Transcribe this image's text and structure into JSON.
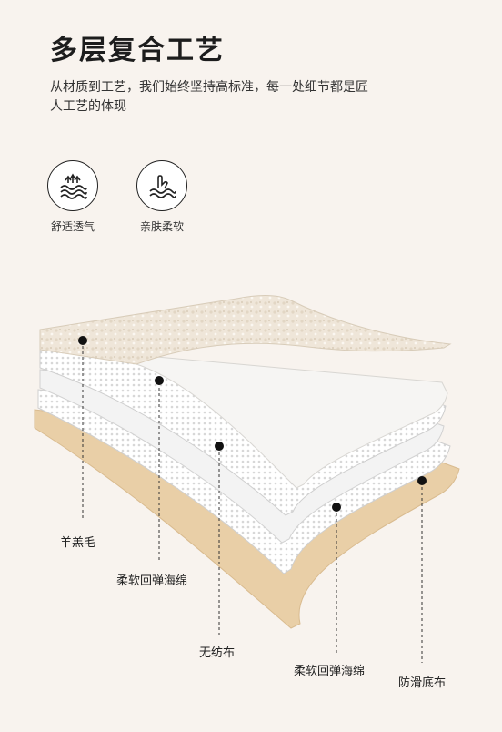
{
  "title": "多层复合工艺",
  "subtitle": "从材质到工艺，我们始终坚持高标准，每一处细节都是匠人工艺的体现",
  "features": [
    {
      "icon": "breathable-waves-icon",
      "label": "舒适透气"
    },
    {
      "icon": "hand-soft-touch-icon",
      "label": "亲肤柔软"
    }
  ],
  "layers": [
    {
      "label": "羊羔毛"
    },
    {
      "label": "柔软回弹海绵"
    },
    {
      "label": "无纺布"
    },
    {
      "label": "柔软回弹海绵"
    },
    {
      "label": "防滑底布"
    }
  ],
  "colors": {
    "background": "#f8f3ee",
    "wool": "#efe6d9",
    "foam": "#ffffff",
    "nonwoven": "#f2f2f2",
    "base": "#e9cfa7"
  }
}
